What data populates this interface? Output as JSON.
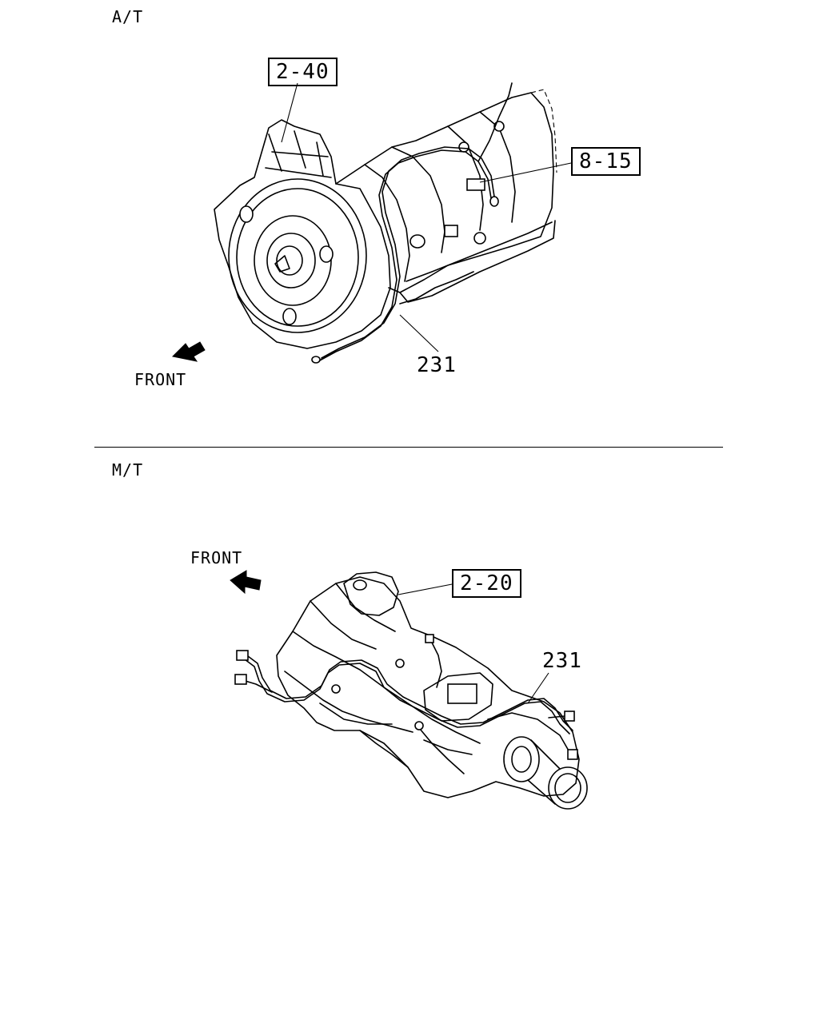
{
  "sections": [
    {
      "title": "A/T",
      "front_label": "FRONT",
      "refs": [
        {
          "text": "2-40",
          "boxed": true
        },
        {
          "text": "8-15",
          "boxed": true
        }
      ],
      "part_number": "231"
    },
    {
      "title": "M/T",
      "front_label": "FRONT",
      "refs": [
        {
          "text": "2-20",
          "boxed": true
        }
      ],
      "part_number": "231"
    }
  ]
}
